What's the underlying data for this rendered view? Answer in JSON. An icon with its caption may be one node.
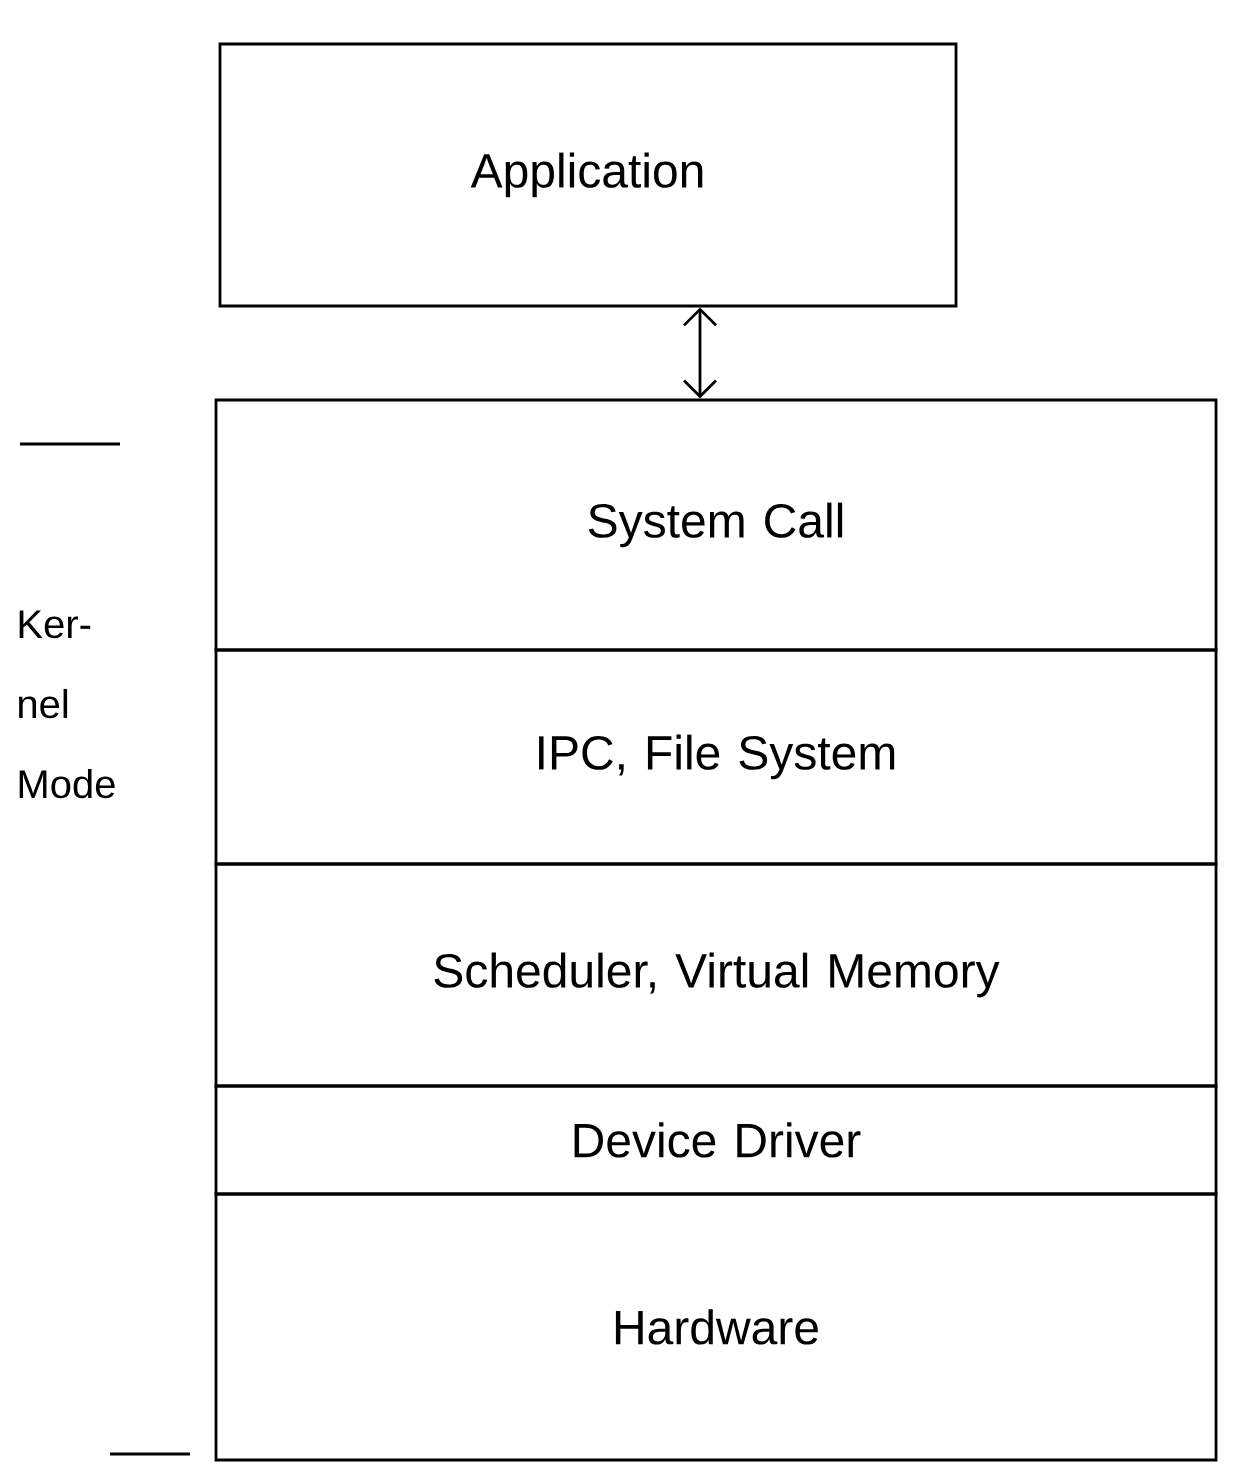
{
  "diagram": {
    "nodes": [
      {
        "text": [
          "Application"
        ]
      },
      {
        "text": [
          "System Call"
        ]
      },
      {
        "text": [
          "IPC, File System"
        ]
      },
      {
        "text": [
          "Scheduler, Virtual Memory"
        ]
      },
      {
        "text": [
          "Device Driver"
        ]
      },
      {
        "text": [
          "Hardware"
        ]
      }
    ],
    "edges": [
      {
        "from": 0,
        "to": 1,
        "arrow": "both"
      }
    ],
    "labels": [
      "Ker-nel Mode"
    ]
  }
}
